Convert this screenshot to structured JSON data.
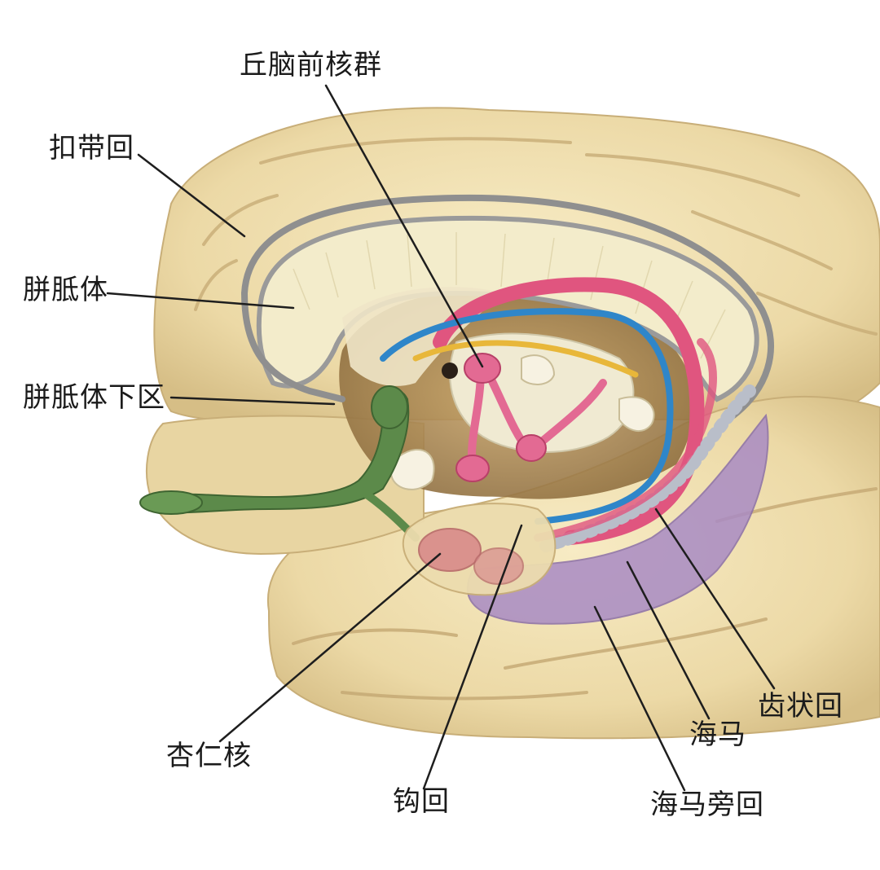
{
  "labels": {
    "anterior_thalamic_nuclei": "丘脑前核群",
    "cingulate_gyrus": "扣带回",
    "corpus_callosum": "胼胝体",
    "subcallosal_area": "胼胝体下区",
    "dentate_gyrus": "齿状回",
    "hippocampus": "海马",
    "amygdala": "杏仁核",
    "uncus": "钩回",
    "parahippocampal_gyrus": "海马旁回"
  },
  "colors": {
    "brain_tissue": "#efe0b4",
    "brain_shadow": "#cdb784",
    "corpus_callosum": "#f3eccb",
    "fornix_pink": "#e0557f",
    "stria_blue": "#2f86c9",
    "stria_yellow": "#e8b73a",
    "olfactory_green": "#5c8a4a",
    "amygdala_pink": "#d98a8a",
    "parahippocampal_purple": "#a98bc4",
    "dentate_gray": "#b9bec9",
    "thalamus_cream": "#f0ead2",
    "leader_line": "#1e1e1e"
  }
}
